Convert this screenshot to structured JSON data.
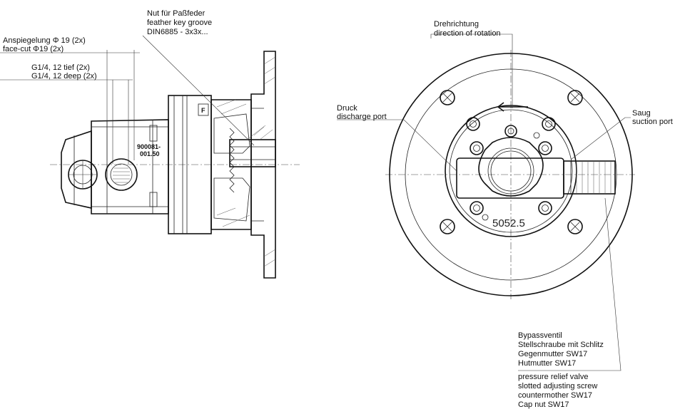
{
  "labels": {
    "keyway_de": "Nut für Paßfeder",
    "keyway_en": "feather key groove",
    "keyway_std": "DIN6885 - 3x3x...",
    "facecut_de": "Anspiegelung Φ 19  (2x)",
    "facecut_en": "face-cut Φ19 (2x)",
    "thread_de": "G1/4, 12 tief (2x)",
    "thread_en": "G1/4, 12 deep (2x)",
    "rotation_de": "Drehrichtung",
    "rotation_en": "direction of rotation",
    "discharge_de": "Druck",
    "discharge_en": "discharge port",
    "suction_de": "Saug",
    "suction_en": "suction port",
    "bypass_lines": [
      "Bypassventil",
      "Stellschraube mit Schlitz",
      "Gegenmutter SW17",
      "Hutmutter SW17",
      "pressure relief valve",
      "slotted adjusting screw",
      "countermother SW17",
      "Cap nut SW17"
    ]
  },
  "markings": {
    "part_no_1": "900081-",
    "part_no_2": "001.50",
    "face_stamp": "5052.5",
    "direction_mark": "F"
  }
}
